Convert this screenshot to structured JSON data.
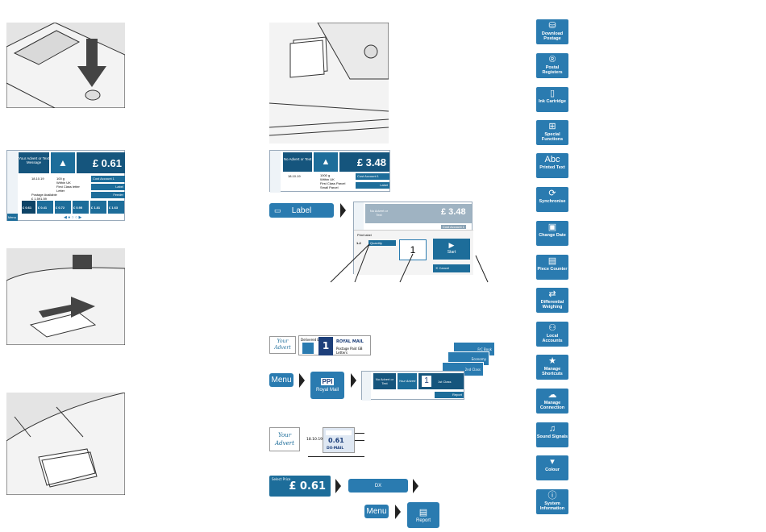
{
  "left_column": {
    "screen1": {
      "advert_label": "Your Advert or Text Message",
      "price": "£ 0.61",
      "date": "18.10.19",
      "weight_info": "100 g\nWithin UK\nFirst Class letter\nLetter",
      "cost_account": "Cost Account 1",
      "label_btn": "Label",
      "feeder_btn": "Feeder",
      "postage_available": "Postage Available\n£ 1,591.59",
      "menu": "Menu",
      "tiles": [
        "£ 0.41",
        "£ 0.72",
        "£ 0.95",
        "£ 1.81",
        "£ 1.63"
      ],
      "selected_tile": "£ 0.61"
    }
  },
  "middle_column": {
    "screen2": {
      "advert_label": "No Advert or Text",
      "price": "£ 3.48",
      "date": "18.10.19",
      "weight_info": "1000 g\nWithin UK\nFirst Class Parcel\nSmall Parcel",
      "cost_account": "Cost Account 1",
      "label_btn": "Label"
    },
    "label_button": "Label",
    "print_dialog": {
      "advert_label": "No Advert or Text",
      "price": "£ 3.48",
      "title": "Print label",
      "qty_label": "Quantity",
      "qty_prefix": "1-2",
      "qty_value": "1",
      "start": "Start",
      "cancel": "Cancel",
      "cost_account": "Cost Account 1"
    },
    "your_advert": "Your Advert",
    "royal_mail_banner": {
      "delivered_by": "Delivered by",
      "brand": "ROYAL MAIL",
      "sub": "Postage Paid GB Letters"
    },
    "stacked_screens": [
      "FrC Book",
      "Economy",
      "2nd Class",
      "1st Class"
    ],
    "menu_btn": "Menu",
    "ppi_btn": "Royal Mail",
    "ppi_logo": "PPI",
    "screen3": {
      "advert_label": "No Advert or Text",
      "report": "Report",
      "first_class": "1st Class"
    },
    "your_advert_2": "Your Advert",
    "stamp": {
      "date": "18.10.19",
      "value": "0.61",
      "code": "DX-MAIL"
    },
    "select_price_label": "Select Price",
    "price_big": "£ 0.61",
    "dx_btn": "DX",
    "menu_btn_2": "Menu",
    "report_btn": "Report"
  },
  "right_column": {
    "items": [
      {
        "label": "Download Postage",
        "icon": "download-icon",
        "glyph": "⛁"
      },
      {
        "label": "Postal Registers",
        "icon": "register-icon",
        "glyph": "®"
      },
      {
        "label": "Ink Cartridge",
        "icon": "ink-icon",
        "glyph": "▯"
      },
      {
        "label": "Special Functions",
        "icon": "grid-icon",
        "glyph": "⊞"
      },
      {
        "label": "Printed Text",
        "icon": "text-icon",
        "glyph": "Abc"
      },
      {
        "label": "Synchronise",
        "icon": "sync-icon",
        "glyph": "⟳"
      },
      {
        "label": "Change Date",
        "icon": "date-icon",
        "glyph": "▣"
      },
      {
        "label": "Piece Counter",
        "icon": "counter-icon",
        "glyph": "▤"
      },
      {
        "label": "Differential Weighing",
        "icon": "weigh-icon",
        "glyph": "⇄"
      },
      {
        "label": "Local Accounts",
        "icon": "accounts-icon",
        "glyph": "⚇"
      },
      {
        "label": "Manage Shortcuts",
        "icon": "star-icon",
        "glyph": "★"
      },
      {
        "label": "Manage Connection",
        "icon": "cloud-icon",
        "glyph": "☁"
      },
      {
        "label": "Sound Signals",
        "icon": "music-icon",
        "glyph": "♫"
      },
      {
        "label": "Colour",
        "icon": "colour-icon",
        "glyph": "▾"
      },
      {
        "label": "System Information",
        "icon": "info-icon",
        "glyph": "ⓘ"
      }
    ]
  }
}
